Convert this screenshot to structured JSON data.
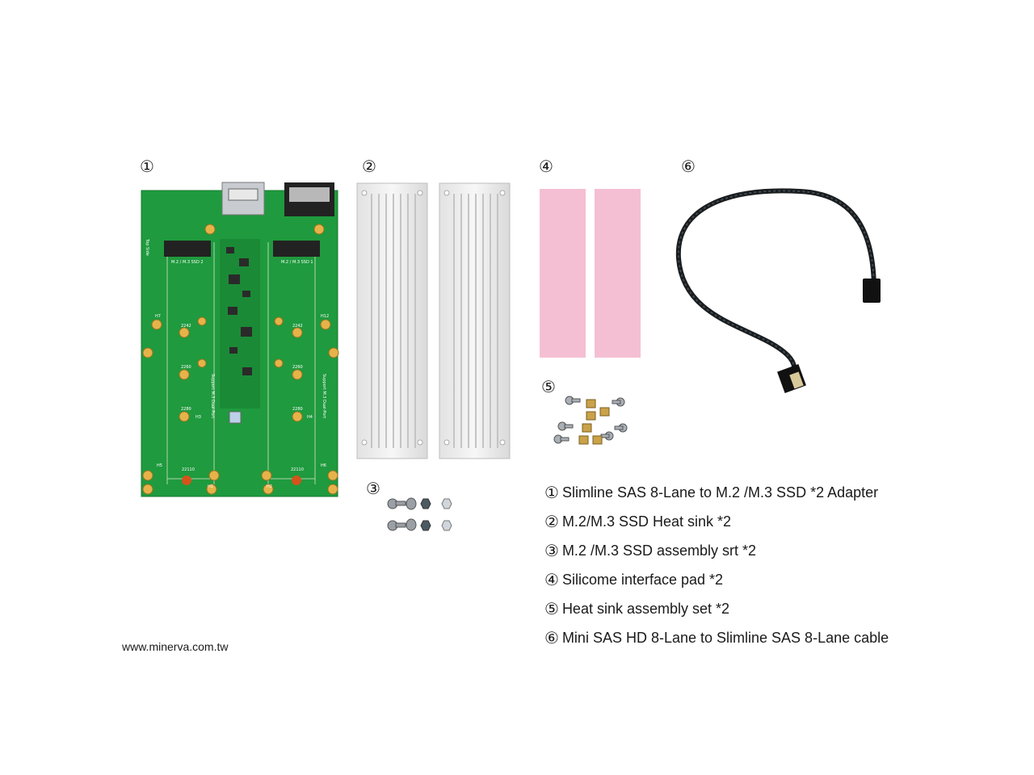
{
  "numbers": [
    "①",
    "②",
    "③",
    "④",
    "⑤",
    "⑥"
  ],
  "legend": [
    {
      "num": "①",
      "text": "Slimline SAS 8-Lane to M.2 /M.3 SSD *2 Adapter"
    },
    {
      "num": "②",
      "text": "M.2/M.3 SSD Heat sink *2"
    },
    {
      "num": "③",
      "text": "M.2 /M.3 SSD assembly srt *2"
    },
    {
      "num": "④",
      "text": "Silicome interface pad *2"
    },
    {
      "num": "⑤",
      "text": "Heat sink assembly set *2"
    },
    {
      "num": "⑥",
      "text": "Mini SAS HD 8-Lane to Slimline SAS 8-Lane cable"
    }
  ],
  "board": {
    "top_side_label": "Top Side",
    "slot_labels": [
      "M.2 / M.3 SSD 2",
      "M.2 / M.3 SSD 1"
    ],
    "size_labels": [
      "2242",
      "2260",
      "2280",
      "22110"
    ],
    "mount_labels_left": [
      "H7",
      "H5",
      "H3",
      "H1"
    ],
    "mount_labels_right": [
      "H12",
      "H6",
      "H4",
      "H2"
    ],
    "side_text_center": "Support M.3 Dual-Port",
    "side_text_right": "Support M.3 Dual-Port"
  },
  "website": "www.minerva.com.tw"
}
